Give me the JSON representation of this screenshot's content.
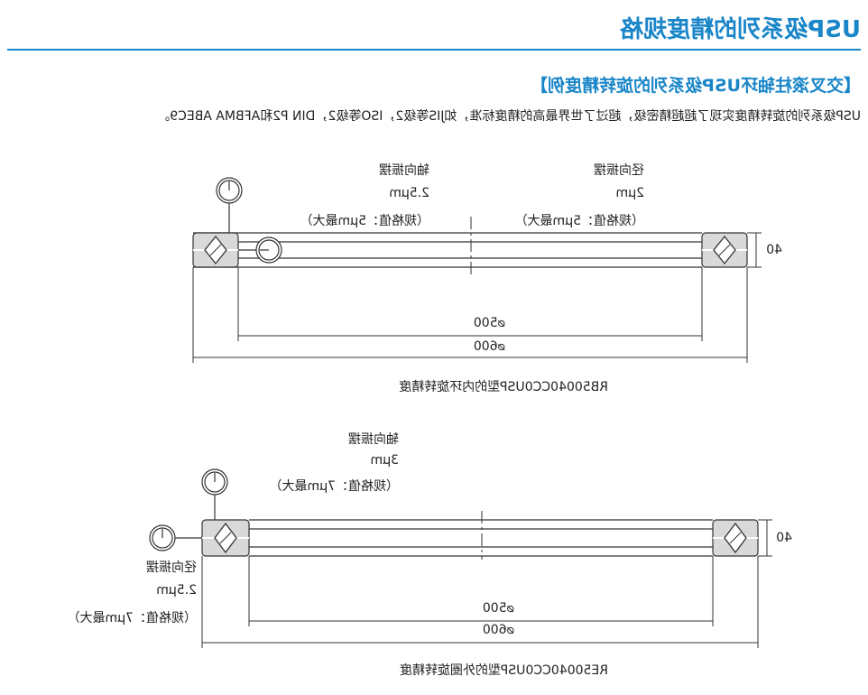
{
  "page_title": "USP级系列的精度规格",
  "section_heading": "【交叉滚柱轴环USP级系列的旋转精度例】",
  "description": "USP级系列的旋转精度实现了超超精密级，超过了世界最高的精度标准，如JIS等级2，ISO等级2，DIN P2和AFBMA ABEC9。",
  "figure1": {
    "axial_label": "轴向振摆",
    "axial_value": "2.5μm",
    "axial_spec": "（规格值：5μm最大）",
    "radial_label": "径向振摆",
    "radial_value": "2μm",
    "radial_spec": "（规格值：5μm最大）",
    "dim_height": "40",
    "dim_inner": "⌀500",
    "dim_outer": "⌀600",
    "caption": "RB50040CC0USP型的内环旋转精度"
  },
  "figure2": {
    "axial_label": "轴向振摆",
    "axial_value": "3μm",
    "axial_spec": "（规格值：7μm最大）",
    "radial_label": "径向振摆",
    "radial_value": "2.5μm",
    "radial_spec": "（规格值：7μm最大）",
    "dim_height": "40",
    "dim_inner": "⌀500",
    "dim_outer": "⌀600",
    "caption": "RE50040CC0USP型的外圈旋转精度"
  },
  "colors": {
    "accent": "#1a86c8",
    "bearing_fill": "#d9d9d9",
    "line": "#333333"
  }
}
